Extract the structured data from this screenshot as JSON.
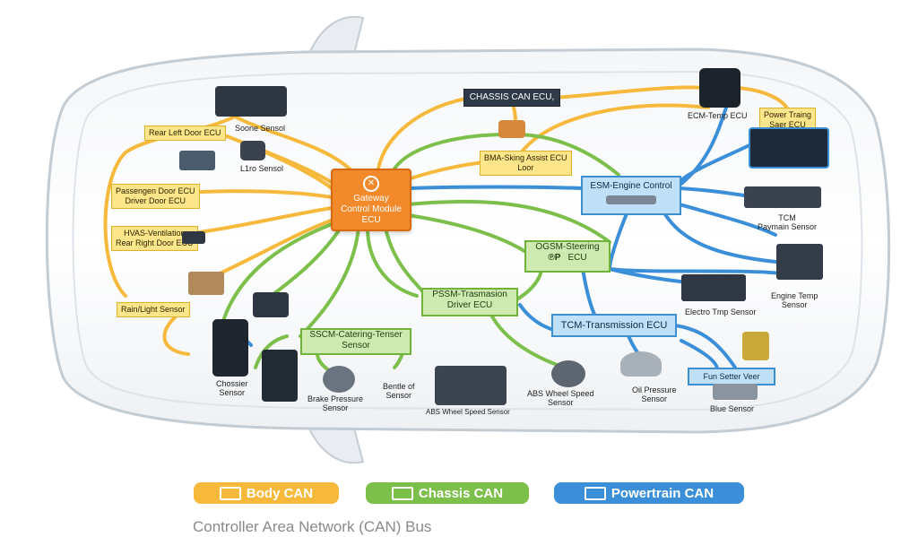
{
  "gateway": {
    "label_line1": "Gateway",
    "label_line2": "Control Module",
    "label_line3": "ECU"
  },
  "top_box": "CHASSIS CAN ECU,",
  "labels": {
    "scene_sensor": "Soone Sensol",
    "rear_left_door": "Rear Left Door ECU",
    "l1_sensor": "L1ro Sensol",
    "passenger_door": "Passengen Door ECU",
    "driver_door": "Driver Door ECU",
    "hvac_line1": "HVAS-Ventilation",
    "hvac_line2": "Rear Right Door ECU",
    "rain_light": "Rain/Light Sensor",
    "chassis_sensor_line1": "Chossier",
    "chassis_sensor_line2": "Sensor",
    "brake_line1": "Brake Pressure",
    "brake_line2": "Sensor",
    "bottle_line1": "Bentle of",
    "bottle_line2": "Sensor",
    "abs_bottom": "ABS Wheel Speed Sensor",
    "abs_mid_line1": "ABS Wheel Speed",
    "abs_mid_line2": "Sensor",
    "oil_line1": "Oil Pressure",
    "oil_line2": "Sensor",
    "blue_sensor": "Blue Sensor",
    "ecm_temp": "ECM-Temp ECU",
    "power_line1": "Power Traing",
    "power_line2": "Saer ECU",
    "tcm_line1": "TCM",
    "tcm_line2": "Paymain Sensor",
    "engine_temp_line1": "Engine Temp",
    "engine_temp_line2": "Sensor",
    "electro_temp": "Electro Tmp Sensor",
    "bma_line1": "BMA-Sking Assist ECU",
    "bma_line2": "Loor",
    "esm": "ESM-Engine Control",
    "ogsm_line1": "OGSM-Steering",
    "ogsm_glyph": "℗P",
    "ogsm_line2": "ECU",
    "pssm_line1": "PSSM-Trasmasion",
    "pssm_line2": "Driver ECU",
    "sscm_line1": "SSCM-Catering-Tenser",
    "sscm_line2": "Sensor",
    "tcm_trans": "TCM-Transmission ECU",
    "fun_setter": "Fun Setter Veer Sensor"
  },
  "legend": [
    {
      "label": "Body CAN",
      "color": "#f6b93b"
    },
    {
      "label": "Chassis CAN",
      "color": "#7cbf4a"
    },
    {
      "label": "Powertrain CAN",
      "color": "#3b8fd9"
    }
  ],
  "caption": "Controller Area Network (CAN) Bus",
  "colors": {
    "body": "#f6b93b",
    "chassis": "#7cbf4a",
    "powertrain": "#3b8fd9",
    "gateway": "#f28a2b"
  }
}
